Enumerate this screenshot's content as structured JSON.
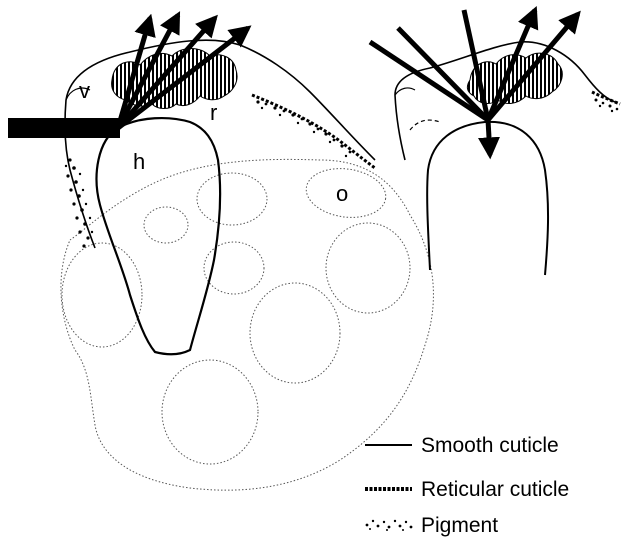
{
  "labels": {
    "v": "v",
    "r": "r",
    "h": "h",
    "o": "o"
  },
  "legend": {
    "smooth": "Smooth cuticle",
    "reticular": "Reticular cuticle",
    "pigment": "Pigment"
  },
  "colors": {
    "ink": "#000000",
    "dotted_outline": "#555555",
    "background": "#ffffff"
  }
}
